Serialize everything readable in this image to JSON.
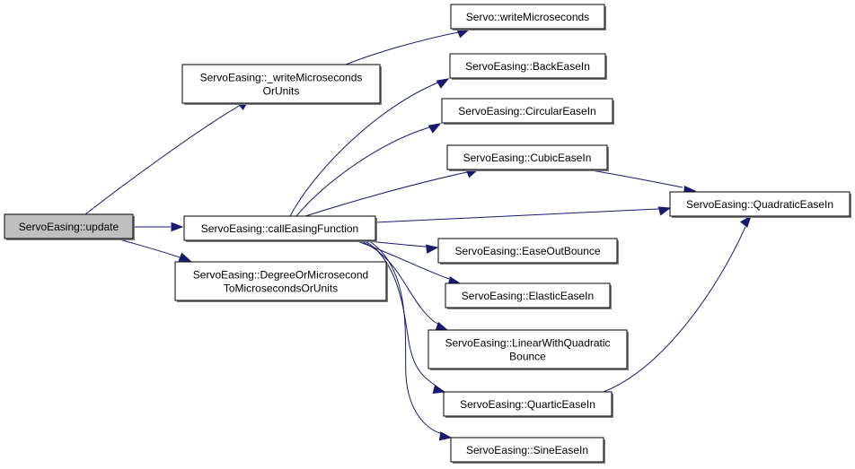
{
  "graph": {
    "type": "call-graph",
    "nodes": [
      {
        "id": "update",
        "lines": [
          "ServoEasing::update"
        ],
        "highlighted": true
      },
      {
        "id": "writeMicrosecondsOrUnits",
        "lines": [
          "ServoEasing::_writeMicroseconds",
          "OrUnits"
        ]
      },
      {
        "id": "callEasingFunction",
        "lines": [
          "ServoEasing::callEasingFunction"
        ]
      },
      {
        "id": "degreeToMicros",
        "lines": [
          "ServoEasing::DegreeOrMicrosecond",
          "ToMicrosecondsOrUnits"
        ]
      },
      {
        "id": "servoWriteMicros",
        "lines": [
          "Servo::writeMicroseconds"
        ]
      },
      {
        "id": "backEaseIn",
        "lines": [
          "ServoEasing::BackEaseIn"
        ]
      },
      {
        "id": "circularEaseIn",
        "lines": [
          "ServoEasing::CircularEaseIn"
        ]
      },
      {
        "id": "cubicEaseIn",
        "lines": [
          "ServoEasing::CubicEaseIn"
        ]
      },
      {
        "id": "quadraticEaseIn",
        "lines": [
          "ServoEasing::QuadraticEaseIn"
        ]
      },
      {
        "id": "easeOutBounce",
        "lines": [
          "ServoEasing::EaseOutBounce"
        ]
      },
      {
        "id": "elasticEaseIn",
        "lines": [
          "ServoEasing::ElasticEaseIn"
        ]
      },
      {
        "id": "linearWithQuadraticBounce",
        "lines": [
          "ServoEasing::LinearWithQuadratic",
          "Bounce"
        ]
      },
      {
        "id": "quarticEaseIn",
        "lines": [
          "ServoEasing::QuarticEaseIn"
        ]
      },
      {
        "id": "sineEaseIn",
        "lines": [
          "ServoEasing::SineEaseIn"
        ]
      }
    ],
    "edges": [
      {
        "from": "update",
        "to": "writeMicrosecondsOrUnits"
      },
      {
        "from": "update",
        "to": "callEasingFunction"
      },
      {
        "from": "update",
        "to": "degreeToMicros"
      },
      {
        "from": "writeMicrosecondsOrUnits",
        "to": "servoWriteMicros"
      },
      {
        "from": "callEasingFunction",
        "to": "backEaseIn"
      },
      {
        "from": "callEasingFunction",
        "to": "circularEaseIn"
      },
      {
        "from": "callEasingFunction",
        "to": "cubicEaseIn"
      },
      {
        "from": "callEasingFunction",
        "to": "quadraticEaseIn"
      },
      {
        "from": "callEasingFunction",
        "to": "easeOutBounce"
      },
      {
        "from": "callEasingFunction",
        "to": "elasticEaseIn"
      },
      {
        "from": "callEasingFunction",
        "to": "linearWithQuadraticBounce"
      },
      {
        "from": "callEasingFunction",
        "to": "quarticEaseIn"
      },
      {
        "from": "callEasingFunction",
        "to": "sineEaseIn"
      },
      {
        "from": "cubicEaseIn",
        "to": "quadraticEaseIn"
      },
      {
        "from": "quarticEaseIn",
        "to": "quadraticEaseIn"
      }
    ]
  }
}
